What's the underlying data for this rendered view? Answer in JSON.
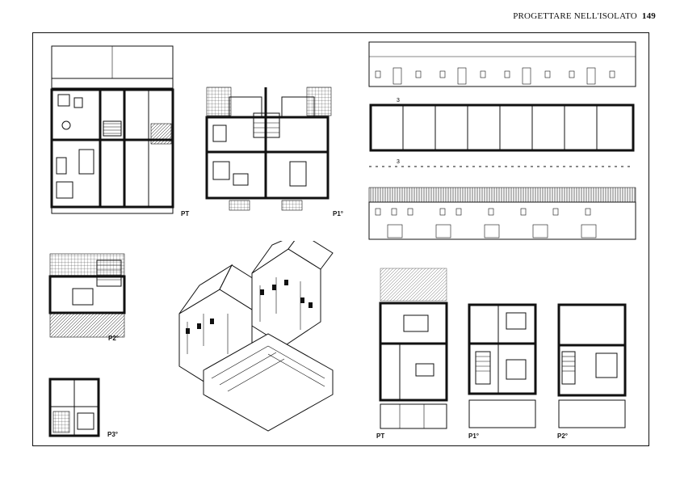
{
  "header": {
    "title": "PROGETTARE NELL'ISOLATO",
    "page": "149"
  },
  "labels": {
    "pt_left": "PT",
    "p1_left": "P1°",
    "p2_left": "P2°",
    "p3_left": "P3°",
    "pt_right": "PT",
    "p1_right": "P1°",
    "p2_right": "P2°"
  },
  "annotations": {
    "section_a": "3",
    "section_b": "3"
  }
}
